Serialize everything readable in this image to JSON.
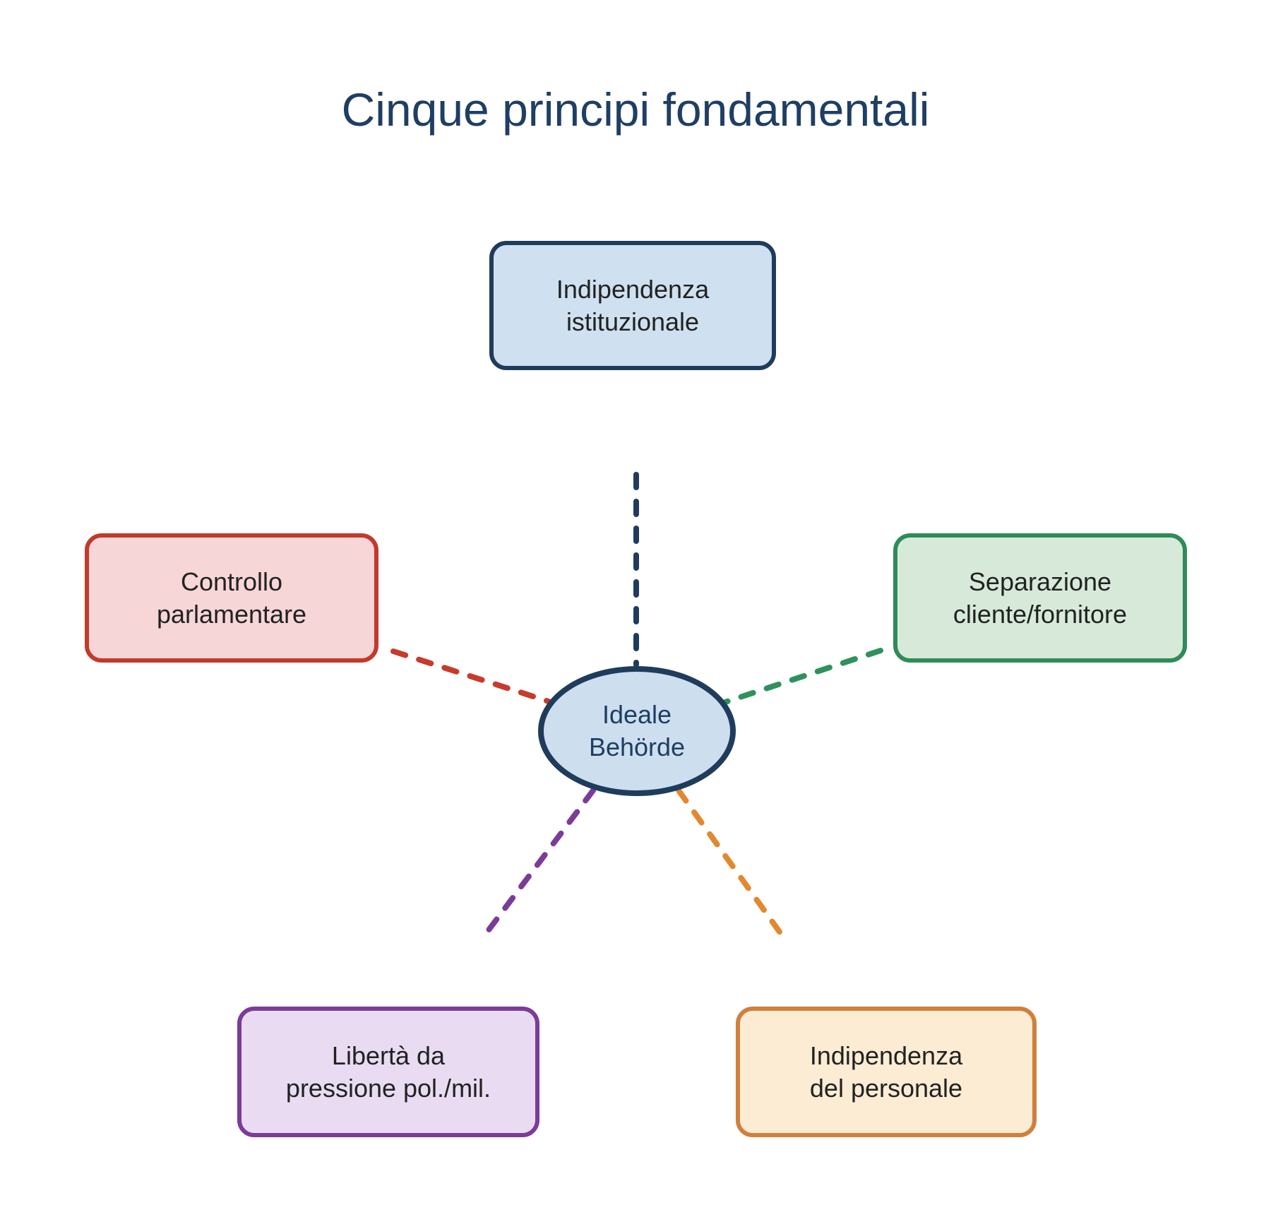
{
  "title": {
    "text": "Cinque principi fondamentali",
    "color": "#1f3e63"
  },
  "center_node": {
    "id": "ideale-behorde",
    "label": "Ideale\nBehörde",
    "shape": "ellipse",
    "fill": "#cddfee",
    "border": "#1f3c5c",
    "text_color": "#1f3e63"
  },
  "nodes": [
    {
      "id": "indipendenza-istituzionale",
      "label": "Indipendenza\nistituzionale",
      "position": "top",
      "fill": "#cfe1f0",
      "border": "#1f3c5c",
      "text_color": "#222222"
    },
    {
      "id": "controllo-parlamentare",
      "label": "Controllo\nparlamentare",
      "position": "left",
      "fill": "#f7d6d7",
      "border": "#c23a2b",
      "text_color": "#222222"
    },
    {
      "id": "separazione-cliente-fornitore",
      "label": "Separazione\ncliente/fornitore",
      "position": "right",
      "fill": "#d7ead9",
      "border": "#2f8b58",
      "text_color": "#222222"
    },
    {
      "id": "liberta-da-pressione-pol-mil",
      "label": "Libertà da\npressione pol./mil.",
      "position": "bottom-left",
      "fill": "#e9dcf2",
      "border": "#7b3c97",
      "text_color": "#222222"
    },
    {
      "id": "indipendenza-del-personale",
      "label": "Indipendenza\ndel personale",
      "position": "bottom-right",
      "fill": "#fcecd4",
      "border": "#d0803c",
      "text_color": "#222222"
    }
  ],
  "connectors": [
    {
      "from": "ideale-behorde",
      "to": "indipendenza-istituzionale",
      "style": "dashed",
      "color": "#1f3c5c"
    },
    {
      "from": "ideale-behorde",
      "to": "controllo-parlamentare",
      "style": "dashed",
      "color": "#c63b2b"
    },
    {
      "from": "ideale-behorde",
      "to": "separazione-cliente-fornitore",
      "style": "dashed",
      "color": "#2f915c"
    },
    {
      "from": "ideale-behorde",
      "to": "liberta-da-pressione-pol-mil",
      "style": "dashed",
      "color": "#7b3c97"
    },
    {
      "from": "ideale-behorde",
      "to": "indipendenza-del-personale",
      "style": "dashed",
      "color": "#e0892f"
    }
  ]
}
